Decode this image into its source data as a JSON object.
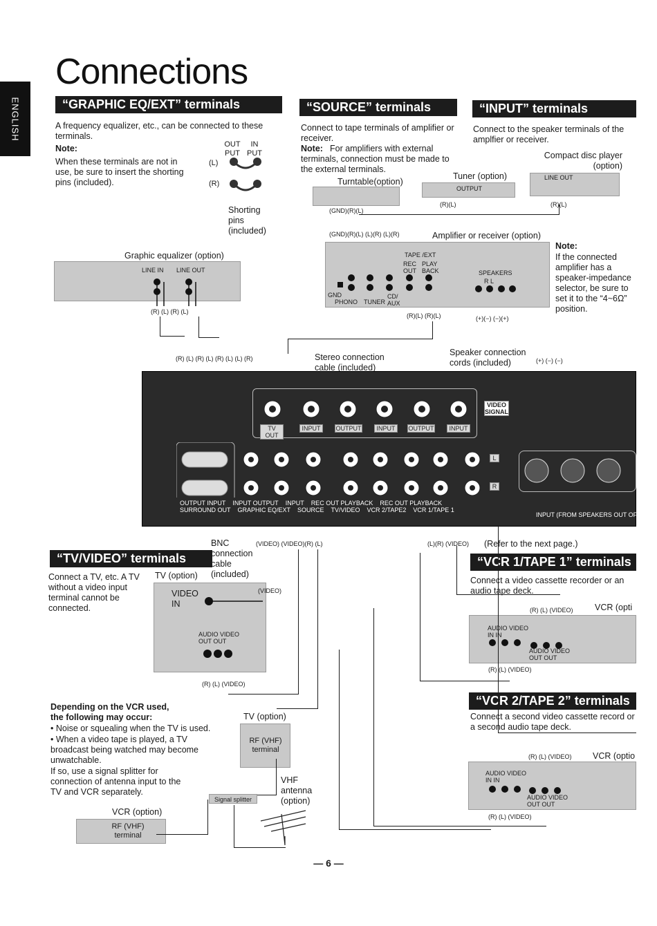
{
  "language_tab": "ENGLISH",
  "page_title": "Connections",
  "page_number": "— 6 —",
  "graphic_eq": {
    "heading": "“GRAPHIC EQ/EXT” terminals",
    "desc": "A frequency equalizer, etc., can be connected to these terminals.",
    "note_label": "Note:",
    "note": "When these terminals are not in use, be sure to insert the shorting pins (included).",
    "out_put": "OUT PUT",
    "in_put": "IN PUT",
    "l_label": "(L)",
    "r_label": "(R)",
    "shorting": "Shorting pins (included)",
    "device": "Graphic equalizer (option)",
    "line_in": "LINE IN",
    "line_out": "LINE OUT",
    "plugs": "(R) (L)   (R) (L)"
  },
  "source": {
    "heading": "“SOURCE” terminals",
    "desc": "Connect to tape terminals of amplifier or receiver.",
    "note_label": "Note:",
    "note": "For amplifiers with external terminals, connection must be made to the external terminals.",
    "turntable": "Turntable(option)",
    "tuner": "Tuner (option)",
    "output": "OUTPUT",
    "gnd_rl": "(GND)(R)(L)",
    "tuner_rl": "(R)(L)",
    "amp": "Amplifier or receiver (option)",
    "amp_plugs": "(GND)(R)(L) (L)(R) (L)(R)",
    "tape_ext": "TAPE /EXT",
    "rec_out": "REC OUT",
    "play_back": "PLAY BACK",
    "gnd": "GND",
    "phono": "PHONO",
    "tuner_lbl": "TUNER",
    "cd_aux": "CD/ AUX",
    "speakers": "SPEAKERS",
    "sp_rl": "R   L",
    "amp_out": "(R)(L) (R)(L)",
    "sp_pol": "(+)(−) (−)(+)"
  },
  "input": {
    "heading": "“INPUT” terminals",
    "desc": "Connect to the speaker terminals of the amplfier or receiver.",
    "cd": "Compact disc player (option)",
    "line_out": "LINE OUT",
    "cd_rl": "(R)(L)",
    "note_label": "Note:",
    "note": "If the connected amplifier has a speaker-impedance selector, be sure to set it to the “4~6Ω” position.",
    "cords": "Speaker connection cords (included)",
    "pol": "(+)     (−)     (−)"
  },
  "main_unit": {
    "plug_row": "(R) (L)   (R) (L)   (R) (L)   (L) (R)",
    "stereo_cable": "Stereo connection cable (included)",
    "video_signal": "VIDEO SIGNAL",
    "tv_out": "TV OUT",
    "input": "INPUT",
    "output": "OUTPUT",
    "labels_bottom": [
      "OUTPUT  INPUT",
      "GRAPHIC EQ/EXT",
      "INPUT  OUTPUT",
      "SOURCE",
      "INPUT",
      "TV/VIDEO",
      "REC OUT  PLAYBACK",
      "VCR 2/TAPE2",
      "REC OUT  PLAYBACK",
      "VCR 1/TAPE 1",
      "SURROUND OUT"
    ],
    "l_badge": "L",
    "r_badge": "R",
    "input_from": "INPUT (FROM SPEAKERS OUT OF A"
  },
  "tv_video": {
    "heading": "“TV/VIDEO” terminals",
    "desc": "Connect a TV, etc. A TV without a video input terminal cannot be connected.",
    "bnc": "BNC connection cable (included)",
    "tv": "TV (option)",
    "video_in": "VIDEO IN",
    "video_tag": "(VIDEO)",
    "audio_video_out": "AUDIO VIDEO OUT  OUT",
    "plugs": "(R) (L) (VIDEO)",
    "top_plugs": "(VIDEO) (VIDEO)(R) (L)",
    "lr_plugs": "(L)(R) (VIDEO)"
  },
  "vcr_note": {
    "heading": "Depending on the VCR used, the following may occur:",
    "b1": "• Noise or squealing when the TV is used.",
    "b2": "• When a video tape is played, a TV broadcast being watched may become unwatchable.",
    "p": "If so, use a signal splitter for connection of antenna input to the TV and VCR separately.",
    "tv": "TV (option)",
    "rf_vhf": "RF (VHF) terminal",
    "vhf": "VHF antenna (option)",
    "splitter": "Signal splitter",
    "vcr": "VCR (option)",
    "vcr_rf": "RF (VHF) terminal"
  },
  "vcr1": {
    "refer": "(Refer to the next page.)",
    "heading": "“VCR 1/TAPE 1” terminals",
    "desc": "Connect a video cassette recorder or an audio tape deck.",
    "plugs_top": "(R) (L) (VIDEO)",
    "vcr": "VCR (opti",
    "audio_video_in": "AUDIO VIDEO IN  IN",
    "audio_video_out": "AUDIO VIDEO OUT  OUT",
    "plugs_bottom": "(R) (L) (VIDEO)"
  },
  "vcr2": {
    "heading": "“VCR 2/TAPE 2” terminals",
    "desc": "Connect a second video cassette record or a second audio tape deck.",
    "plugs_top": "(R) (L) (VIDEO)",
    "vcr": "VCR (optio",
    "audio_video_in": "AUDIO VIDEO IN  IN",
    "audio_video_out": "AUDIO VIDEO OUT  OUT",
    "plugs_bottom": "(R) (L) (VIDEO)"
  }
}
